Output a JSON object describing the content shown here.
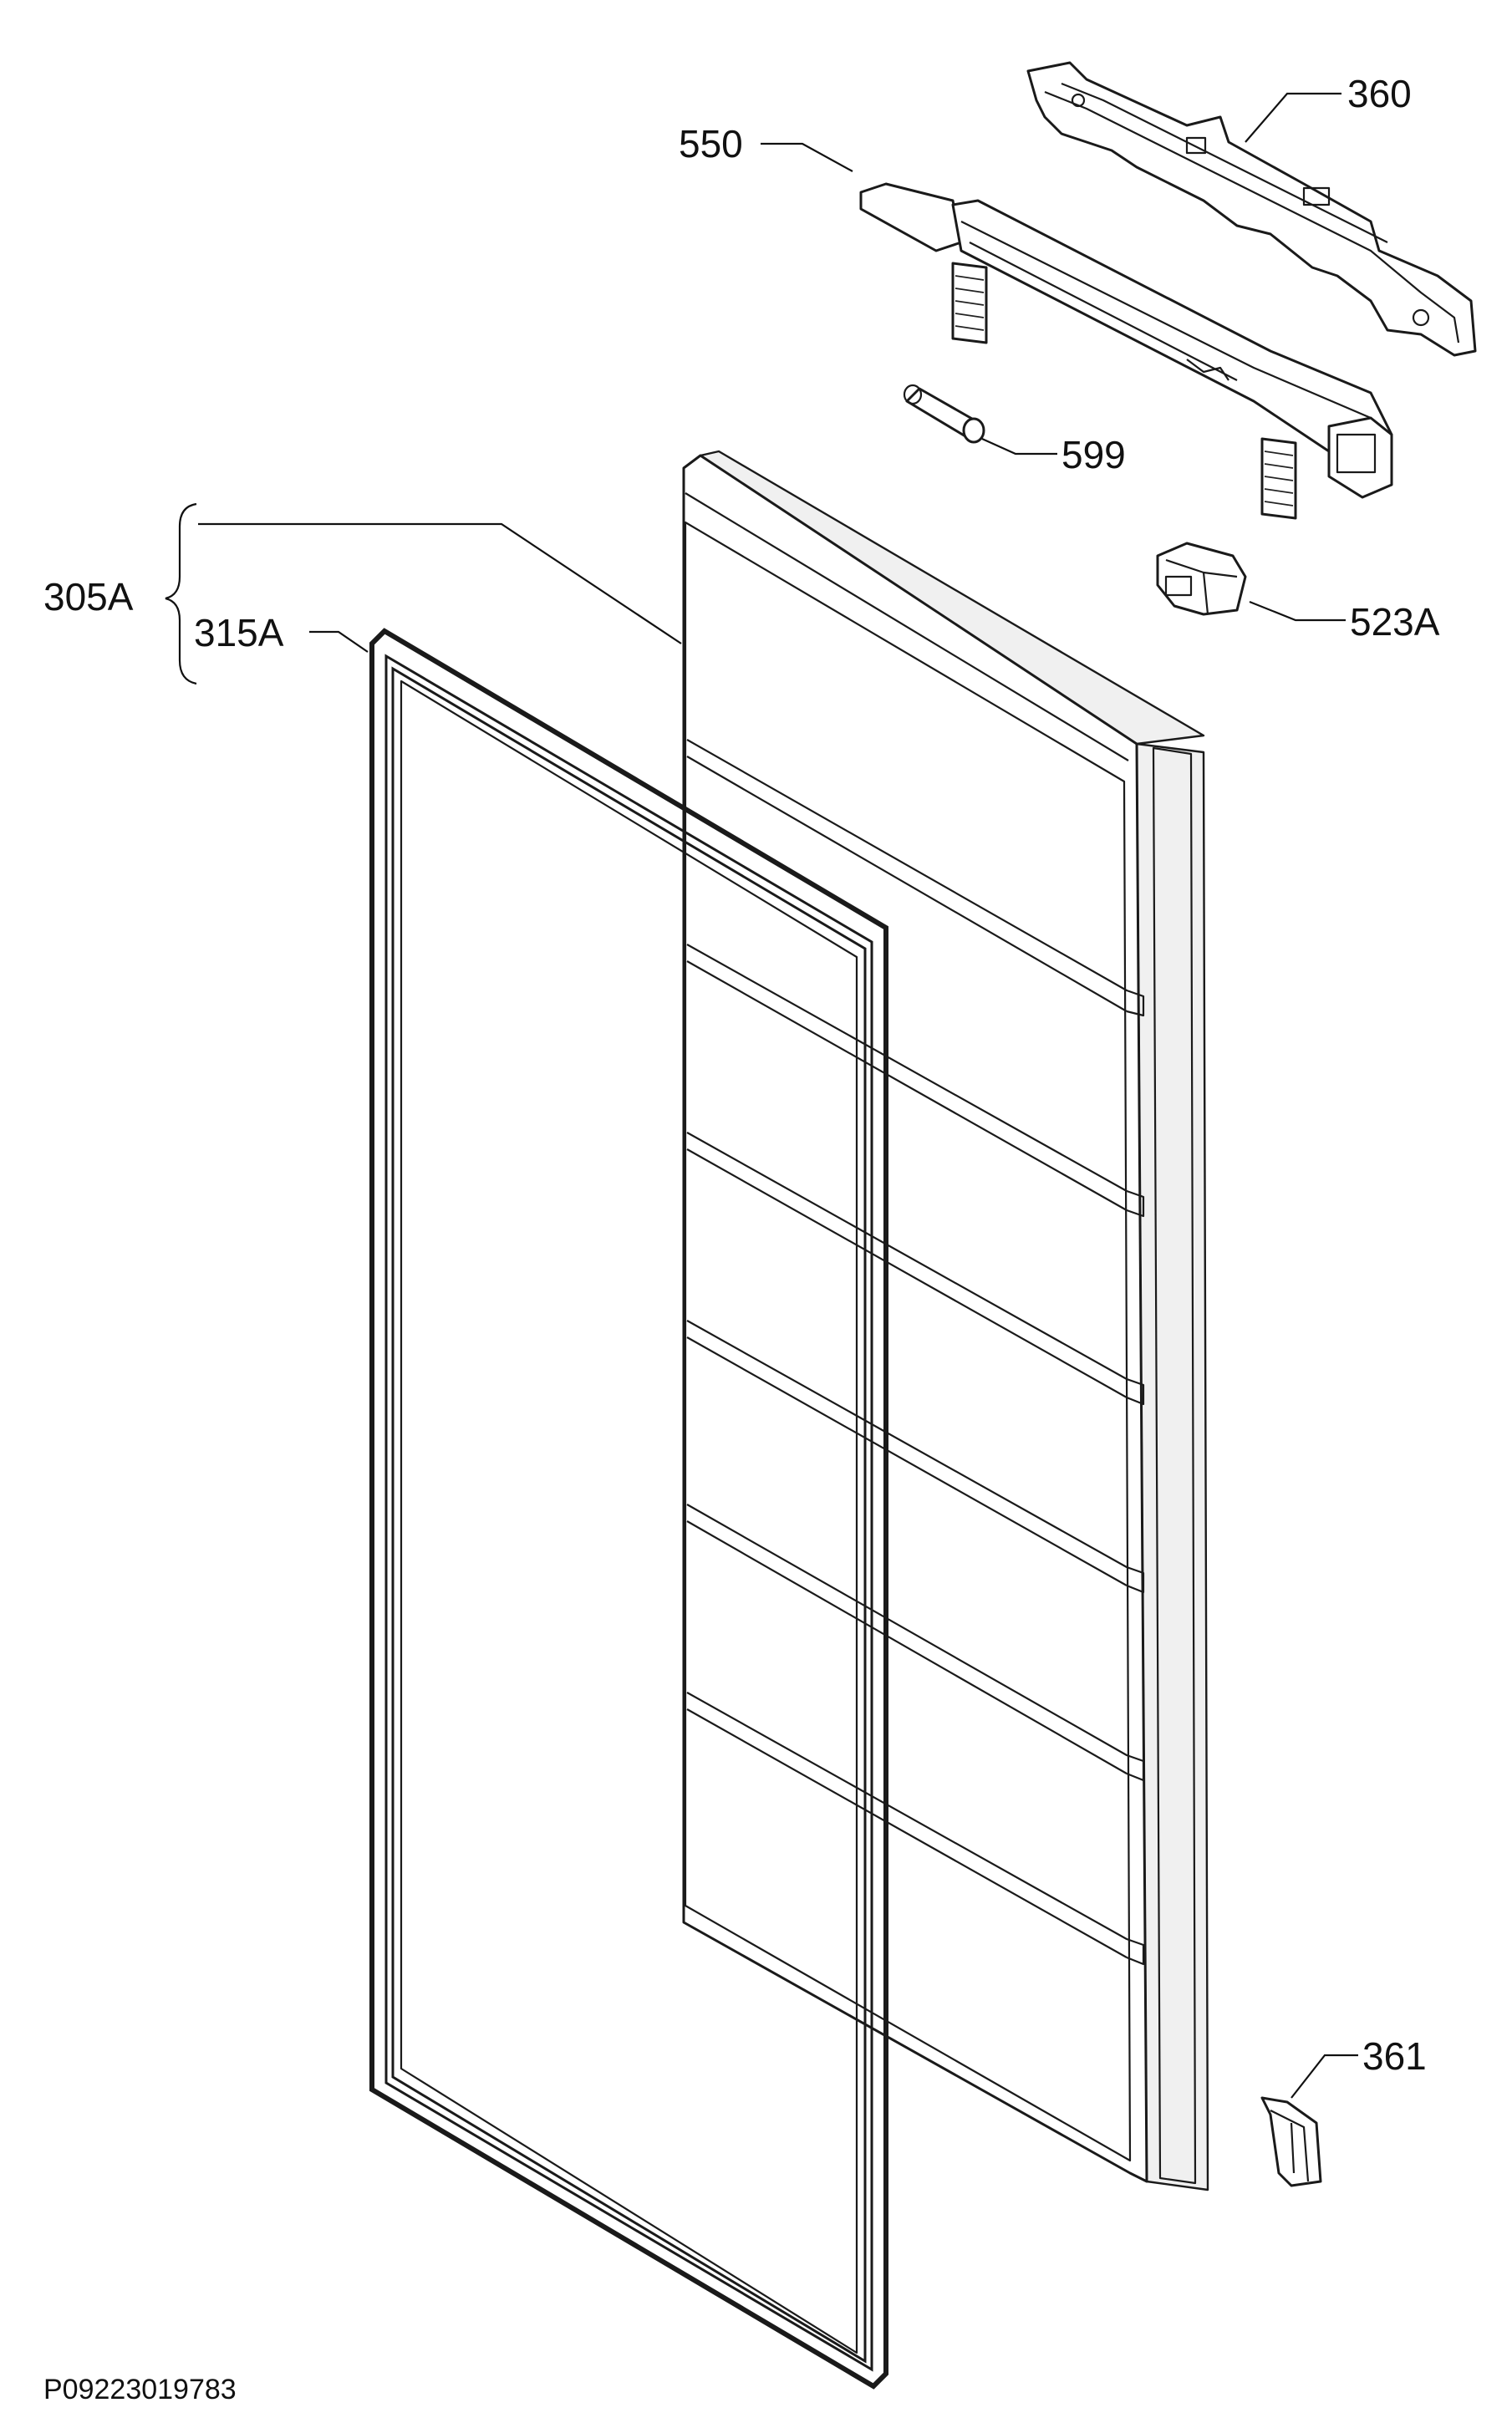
{
  "parts": [
    {
      "id": "part-360",
      "label": "360"
    },
    {
      "id": "part-550",
      "label": "550"
    },
    {
      "id": "part-599",
      "label": "599"
    },
    {
      "id": "part-523a",
      "label": "523A"
    },
    {
      "id": "part-305a",
      "label": "305A"
    },
    {
      "id": "part-315a",
      "label": "315A"
    },
    {
      "id": "part-361",
      "label": "361"
    }
  ],
  "reference_code": "P09223019783",
  "colors": {
    "line": "#1a1a1a",
    "background": "#ffffff"
  }
}
